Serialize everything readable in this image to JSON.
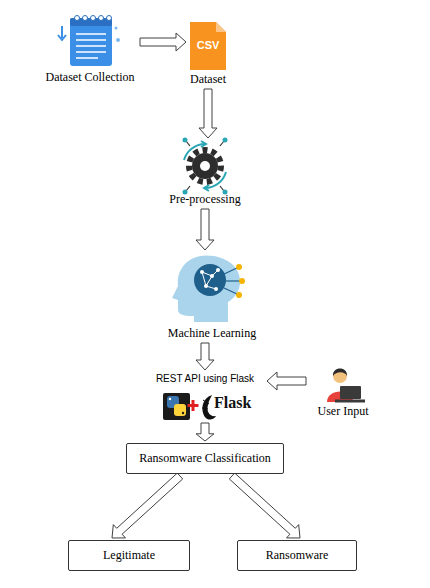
{
  "diagram": {
    "nodes": [
      {
        "text": [
          "Dataset Collection"
        ]
      },
      {
        "text": [
          "CSV",
          "Dataset"
        ]
      },
      {
        "text": [
          "Pre-processing"
        ]
      },
      {
        "text": [
          "Machine Learning"
        ]
      },
      {
        "text": [
          "REST API using Flask",
          "Flask"
        ]
      },
      {
        "text": [
          "User Input"
        ]
      },
      {
        "text": [
          "Ransomware Classification"
        ]
      },
      {
        "text": [
          "Legitimate"
        ]
      },
      {
        "text": [
          "Ransomware"
        ]
      }
    ],
    "edges": [
      {
        "from": 0,
        "to": 1,
        "arrow": "to"
      },
      {
        "from": 1,
        "to": 2,
        "arrow": "to"
      },
      {
        "from": 2,
        "to": 3,
        "arrow": "to"
      },
      {
        "from": 3,
        "to": 4,
        "arrow": "to"
      },
      {
        "from": 5,
        "to": 4,
        "arrow": "to"
      },
      {
        "from": 4,
        "to": 6,
        "arrow": "to"
      },
      {
        "from": 6,
        "to": 7,
        "arrow": "to"
      },
      {
        "from": 6,
        "to": 8,
        "arrow": "to"
      }
    ]
  }
}
